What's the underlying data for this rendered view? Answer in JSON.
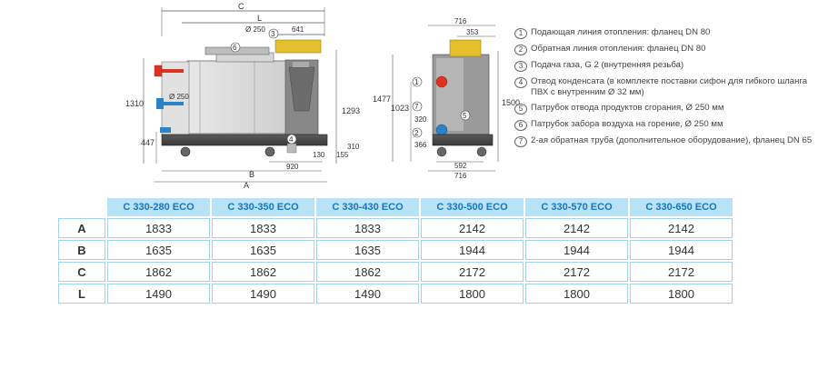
{
  "dimensions": {
    "front": {
      "C": "C",
      "L": "L",
      "d641": "641",
      "d250_top": "Ø 250",
      "d1310": "1310",
      "d250_side": "Ø 250",
      "d1293": "1293",
      "d447": "447",
      "d310": "310",
      "d130": "130",
      "d155": "155",
      "d920": "920",
      "B": "B",
      "A": "A"
    },
    "side": {
      "d716_top": "716",
      "d353": "353",
      "d1477": "1477",
      "d1023": "1023",
      "d1500": "1500",
      "d320": "320",
      "d366": "366",
      "d592": "592",
      "d716_bottom": "716"
    }
  },
  "markers": [
    "1",
    "2",
    "3",
    "4",
    "5",
    "6",
    "7"
  ],
  "legend": [
    {
      "n": "1",
      "text": "Подающая линия отопления: фланец DN 80"
    },
    {
      "n": "2",
      "text": "Обратная линия отопления: фланец DN 80"
    },
    {
      "n": "3",
      "text": "Подача газа, G 2 (внутренняя резьба)"
    },
    {
      "n": "4",
      "text": "Отвод конденсата (в комплекте поставки сифон для гибкого шланга ПВХ с внутренним Ø 32 мм)"
    },
    {
      "n": "5",
      "text": "Патрубок отвода продуктов сгорания, Ø 250 мм"
    },
    {
      "n": "6",
      "text": "Патрубок забора воздуха на горение, Ø 250 мм"
    },
    {
      "n": "7",
      "text": "2-ая обратная труба (дополнительное оборудование), фланец DN 65"
    }
  ],
  "table": {
    "models": [
      "C 330-280 ECO",
      "C 330-350 ECO",
      "C 330-430 ECO",
      "C 330-500 ECO",
      "C 330-570 ECO",
      "C 330-650 ECO"
    ],
    "rows": [
      {
        "label": "A",
        "values": [
          "1833",
          "1833",
          "1833",
          "2142",
          "2142",
          "2142"
        ]
      },
      {
        "label": "B",
        "values": [
          "1635",
          "1635",
          "1635",
          "1944",
          "1944",
          "1944"
        ]
      },
      {
        "label": "C",
        "values": [
          "1862",
          "1862",
          "1862",
          "2172",
          "2172",
          "2172"
        ]
      },
      {
        "label": "L",
        "values": [
          "1490",
          "1490",
          "1490",
          "1800",
          "1800",
          "1800"
        ]
      }
    ]
  }
}
